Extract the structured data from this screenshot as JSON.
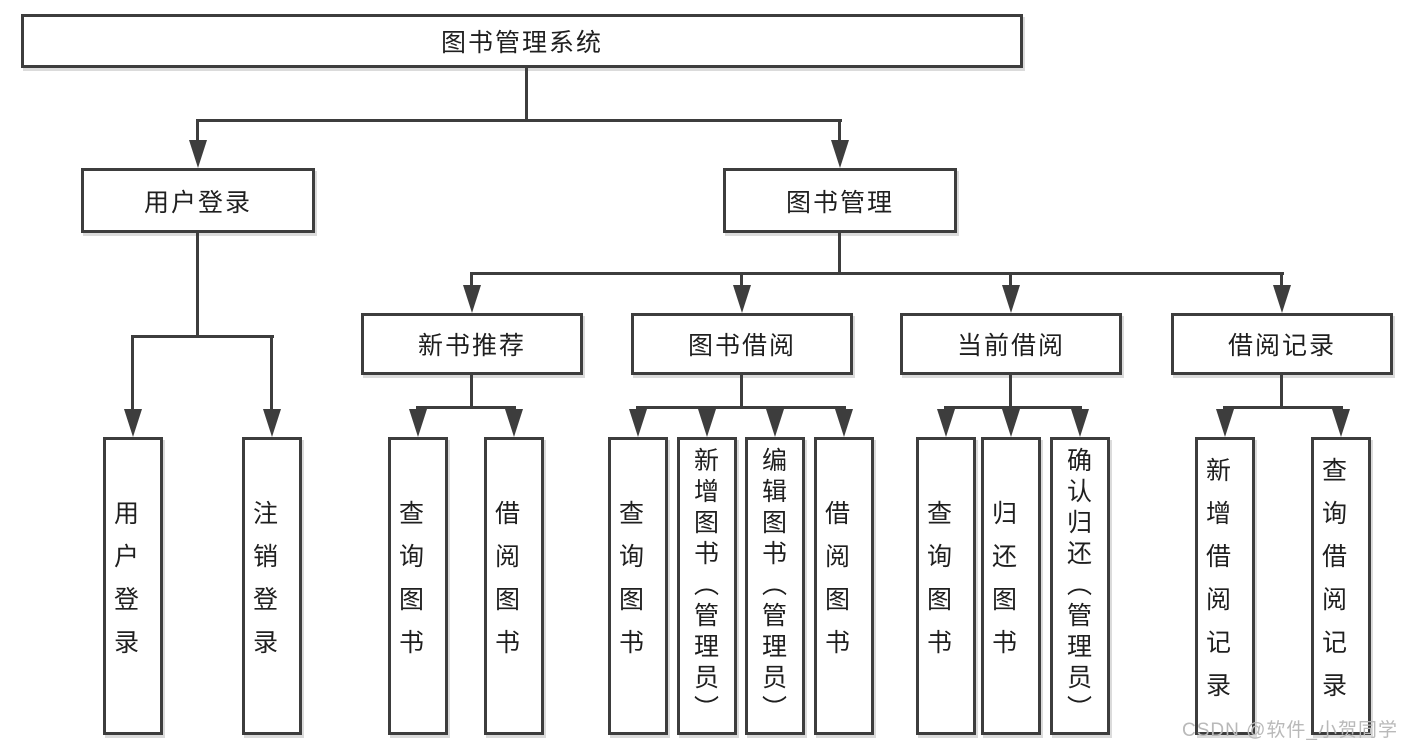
{
  "colors": {
    "line": "#3d3d3d",
    "box_border": "#3d3d3d",
    "text": "#1f1f1f",
    "watermark": "#b9b9b9",
    "background": "#ffffff"
  },
  "diagram": {
    "root": {
      "label": "图书管理系统"
    },
    "level2": [
      {
        "label": "用户登录"
      },
      {
        "label": "图书管理"
      }
    ],
    "level3": [
      {
        "label": "新书推荐"
      },
      {
        "label": "图书借阅"
      },
      {
        "label": "当前借阅"
      },
      {
        "label": "借阅记录"
      }
    ],
    "leaves": [
      {
        "label": "用户登录"
      },
      {
        "label": "注销登录"
      },
      {
        "label": "查询图书"
      },
      {
        "label": "借阅图书"
      },
      {
        "label": "查询图书"
      },
      {
        "label": "新增图书（管理员）"
      },
      {
        "label": "编辑图书（管理员）"
      },
      {
        "label": "借阅图书"
      },
      {
        "label": "查询图书"
      },
      {
        "label": "归还图书"
      },
      {
        "label": "确认归还（管理员）"
      },
      {
        "label": "新增借阅记录"
      },
      {
        "label": "查询借阅记录"
      }
    ]
  },
  "watermark": {
    "text": "CSDN @软件_小贺同学"
  }
}
